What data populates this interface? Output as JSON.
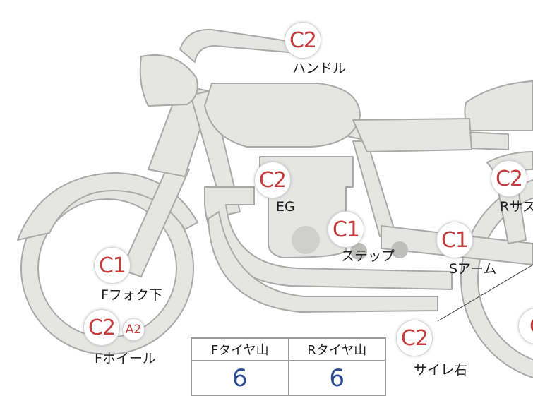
{
  "diagram": {
    "parts": [
      {
        "id": "handle",
        "badge": "C2",
        "label": "ハンドル"
      },
      {
        "id": "eg",
        "badge": "C2",
        "label": "EG"
      },
      {
        "id": "step",
        "badge": "C1",
        "label": "ステップ"
      },
      {
        "id": "s-arm",
        "badge": "C1",
        "label": "Sアーム"
      },
      {
        "id": "r-sus",
        "badge": "C2",
        "label": "Rサス"
      },
      {
        "id": "f-fork-lower",
        "badge": "C1",
        "label": "Fフォク下"
      },
      {
        "id": "f-wheel",
        "badge": "C2",
        "badge_secondary": "A2",
        "label": "Fホイール"
      },
      {
        "id": "silencer-right",
        "badge": "C2",
        "label": "サイレ右"
      },
      {
        "id": "r-wheel",
        "badge": "C",
        "label": ""
      }
    ],
    "tire_table": {
      "headers": [
        "Fタイヤ山",
        "Rタイヤ山"
      ],
      "values": [
        "6",
        "6"
      ]
    }
  },
  "colors": {
    "bike_fill": "#e5e6e4",
    "bike_outline": "#a9aaa8",
    "badge_text": "#c53c3c",
    "value_text": "#2b4b93"
  }
}
